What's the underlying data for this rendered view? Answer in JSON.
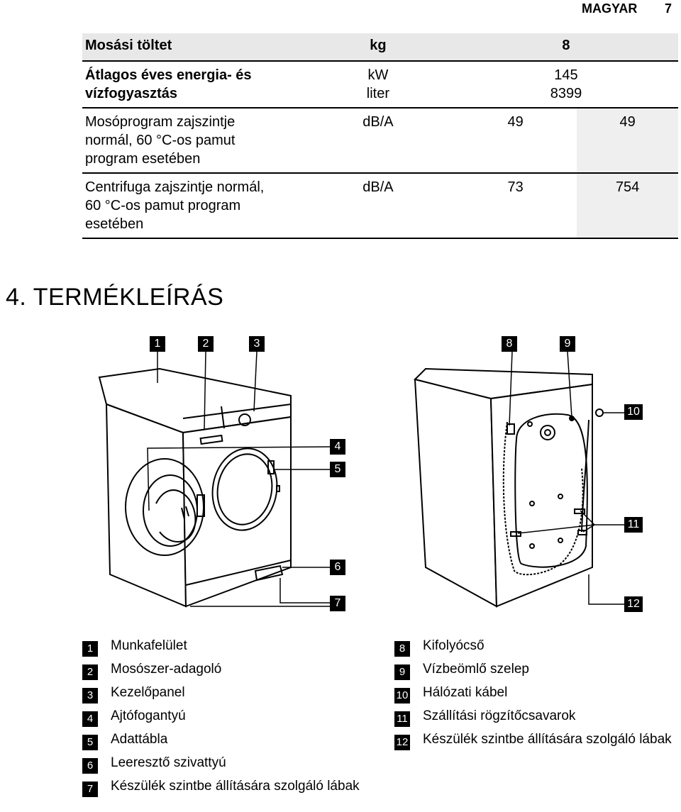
{
  "header": {
    "language": "MAGYAR",
    "page_number": "7"
  },
  "specs": {
    "rows": [
      {
        "label": "Mosási töltet",
        "unit": "kg",
        "v1": "8",
        "v2": ""
      },
      {
        "label": "Átlagos éves energia- és vízfogyasztás",
        "unit": "kW\nliter",
        "v1": "145\n8399",
        "v2": ""
      },
      {
        "label": "Mosóprogram zajszintje normál, 60 °C-os pamut program esetében",
        "unit": "dB/A",
        "v1": "49",
        "v2": "49"
      },
      {
        "label": "Centrifuga zajszintje normál, 60 °C-os pamut program esetében",
        "unit": "dB/A",
        "v1": "73",
        "v2": "754"
      }
    ]
  },
  "section_title": "4. TERMÉKLEÍRÁS",
  "callouts": [
    "1",
    "2",
    "3",
    "4",
    "5",
    "6",
    "7",
    "8",
    "9",
    "10",
    "11",
    "12"
  ],
  "legend": {
    "left": [
      {
        "num": "1",
        "text": "Munkafelület"
      },
      {
        "num": "2",
        "text": "Mosószer-adagoló"
      },
      {
        "num": "3",
        "text": "Kezelőpanel"
      },
      {
        "num": "4",
        "text": "Ajtófogantyú"
      },
      {
        "num": "5",
        "text": "Adattábla"
      },
      {
        "num": "6",
        "text": "Leeresztő szivattyú"
      },
      {
        "num": "7",
        "text": "Készülék szintbe állítására szolgáló lábak"
      }
    ],
    "right": [
      {
        "num": "8",
        "text": "Kifolyócső"
      },
      {
        "num": "9",
        "text": "Vízbeömlő szelep"
      },
      {
        "num": "10",
        "text": "Hálózati kábel"
      },
      {
        "num": "11",
        "text": "Szállítási rögzítőcsavarok"
      },
      {
        "num": "12",
        "text": "Készülék szintbe állítására szolgáló lábak"
      }
    ]
  }
}
